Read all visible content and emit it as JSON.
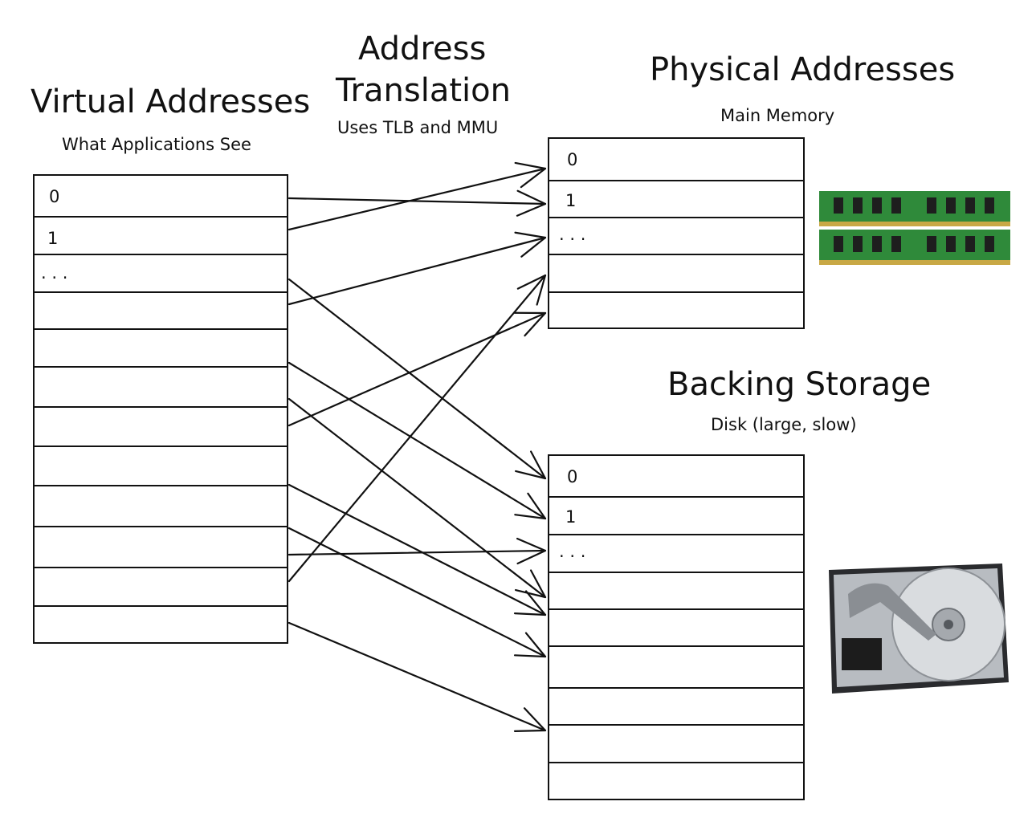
{
  "virtual": {
    "title": "Virtual Addresses",
    "subtitle": "What Applications See",
    "row_labels": [
      "0",
      "1",
      ". . .",
      "",
      "",
      "",
      "",
      "",
      "",
      "",
      "",
      ""
    ]
  },
  "translation": {
    "title_line1": "Address",
    "title_line2": "Translation",
    "subtitle": "Uses TLB and MMU"
  },
  "physical": {
    "title": "Physical Addresses",
    "subtitle": "Main Memory",
    "row_labels": [
      "0",
      "1",
      ". . .",
      "",
      ""
    ],
    "image_label": "ram-modules"
  },
  "backing": {
    "title": "Backing Storage",
    "subtitle": "Disk (large, slow)",
    "row_labels": [
      "0",
      "1",
      ". . .",
      "",
      "",
      "",
      "",
      "",
      ""
    ],
    "image_label": "hard-disk-drive"
  },
  "colors": {
    "line": "#111111",
    "ram_pcb": "#2f8a3a",
    "ram_chip": "#1e1e1e",
    "disk_body": "#c9ccd0"
  }
}
